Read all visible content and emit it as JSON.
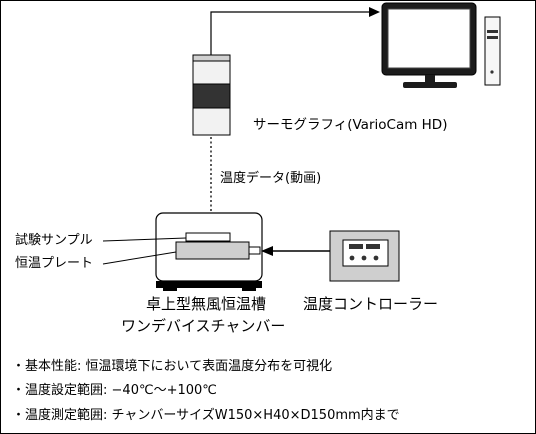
{
  "labels": {
    "thermography": "サーモグラフィ(VarioCam HD)",
    "temperature_data": "温度データ(動画)",
    "test_sample": "試験サンプル",
    "thermostatic_plate": "恒温プレート",
    "chamber_line1": "卓上型無風恒温槽",
    "chamber_line2": "ワンデバイスチャンバー",
    "controller": "温度コントローラー"
  },
  "specs": [
    {
      "item": "・基本性能:",
      "value": "恒温環境下において表面温度分布を可視化"
    },
    {
      "item": "・温度設定範囲:",
      "value": "−40℃〜+100℃"
    },
    {
      "item": "・温度測定範囲:",
      "value": "チャンバーサイズW150×H40×D150mm内まで"
    }
  ]
}
